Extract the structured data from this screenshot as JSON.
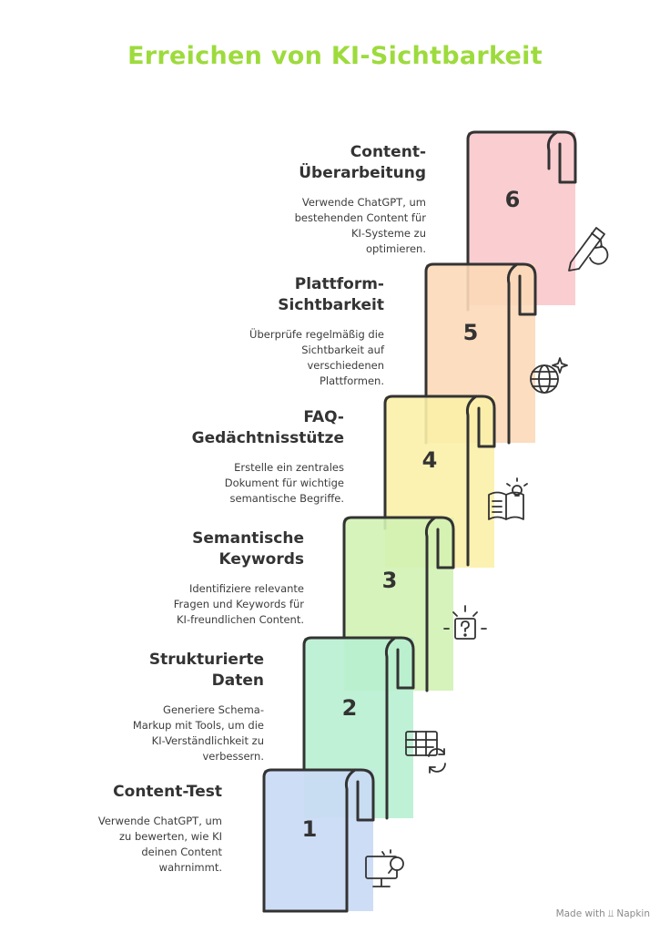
{
  "title": "Erreichen von KI-Sichtbarkeit",
  "steps": [
    {
      "number": "1",
      "heading": "Content-Test",
      "description": "Verwende ChatGPT, um\nzu bewerten, wie KI\ndeinen Content\nwahrnimmt.",
      "icon": "monitor-search-icon",
      "color": "#c9d9f5"
    },
    {
      "number": "2",
      "heading": "Strukturierte\nDaten",
      "description": "Generiere Schema-\nMarkup mit Tools, um die\nKI-Verständlichkeit zu\nverbessern.",
      "icon": "table-refresh-icon",
      "color": "#b8f0d2"
    },
    {
      "number": "3",
      "heading": "Semantische\nKeywords",
      "description": "Identifiziere relevante\nFragen und Keywords für\nKI-freundlichen Content.",
      "icon": "question-spark-icon",
      "color": "#d2f2b4"
    },
    {
      "number": "4",
      "heading": "FAQ-\nGedächtnisstütze",
      "description": "Erstelle ein zentrales\nDokument für wichtige\nsemantische Begriffe.",
      "icon": "book-lightbulb-icon",
      "color": "#fbf0a8"
    },
    {
      "number": "5",
      "heading": "Plattform-\nSichtbarkeit",
      "description": "Überprüfe regelmäßig die\nSichtbarkeit auf\nverschiedenen\nPlattformen.",
      "icon": "globe-sparkle-icon",
      "color": "#fcd9b8"
    },
    {
      "number": "6",
      "heading": "Content-\nÜberarbeitung",
      "description": "Verwende ChatGPT, um\nbestehenden Content für\nKI-Systeme zu\noptimieren.",
      "icon": "pencil-refresh-icon",
      "color": "#f9c8cc"
    }
  ],
  "footer": {
    "made_with": "Made with",
    "brand": "Napkin"
  }
}
